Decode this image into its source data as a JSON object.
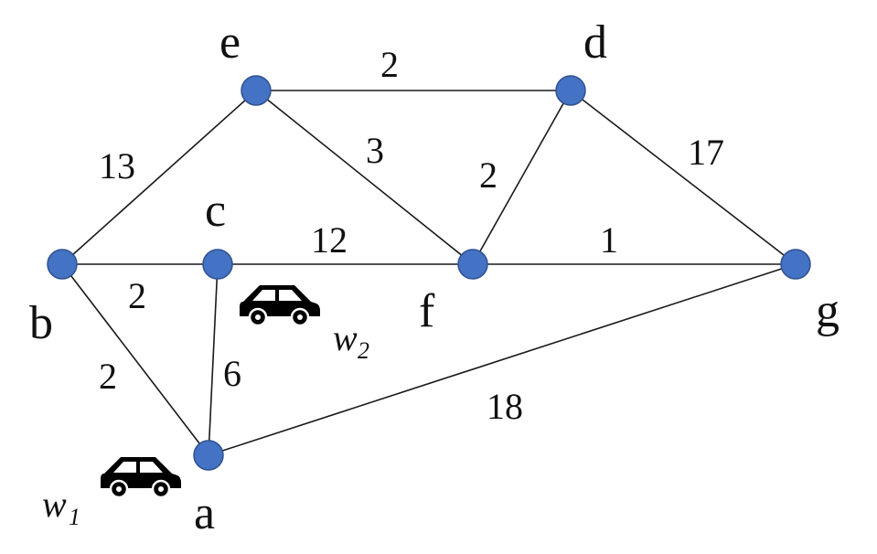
{
  "nodes": {
    "a": "a",
    "b": "b",
    "c": "c",
    "d": "d",
    "e": "e",
    "f": "f",
    "g": "g"
  },
  "edges": [
    {
      "from": "e",
      "to": "d",
      "weight": "2"
    },
    {
      "from": "b",
      "to": "e",
      "weight": "13"
    },
    {
      "from": "e",
      "to": "f",
      "weight": "3"
    },
    {
      "from": "f",
      "to": "d",
      "weight": "2"
    },
    {
      "from": "d",
      "to": "g",
      "weight": "17"
    },
    {
      "from": "c",
      "to": "f",
      "weight": "12"
    },
    {
      "from": "f",
      "to": "g",
      "weight": "1"
    },
    {
      "from": "b",
      "to": "c",
      "weight": "2"
    },
    {
      "from": "b",
      "to": "a",
      "weight": "2"
    },
    {
      "from": "c",
      "to": "a",
      "weight": "6"
    },
    {
      "from": "a",
      "to": "g",
      "weight": "18"
    }
  ],
  "vehicles": [
    {
      "id": "w1",
      "symbol": "w",
      "subscript": "1",
      "icon": "car-icon"
    },
    {
      "id": "w2",
      "symbol": "w",
      "subscript": "2",
      "icon": "car-icon"
    }
  ],
  "colors": {
    "node_fill": "#4472c4",
    "edge": "#1a1a1a",
    "car": "#000000"
  }
}
